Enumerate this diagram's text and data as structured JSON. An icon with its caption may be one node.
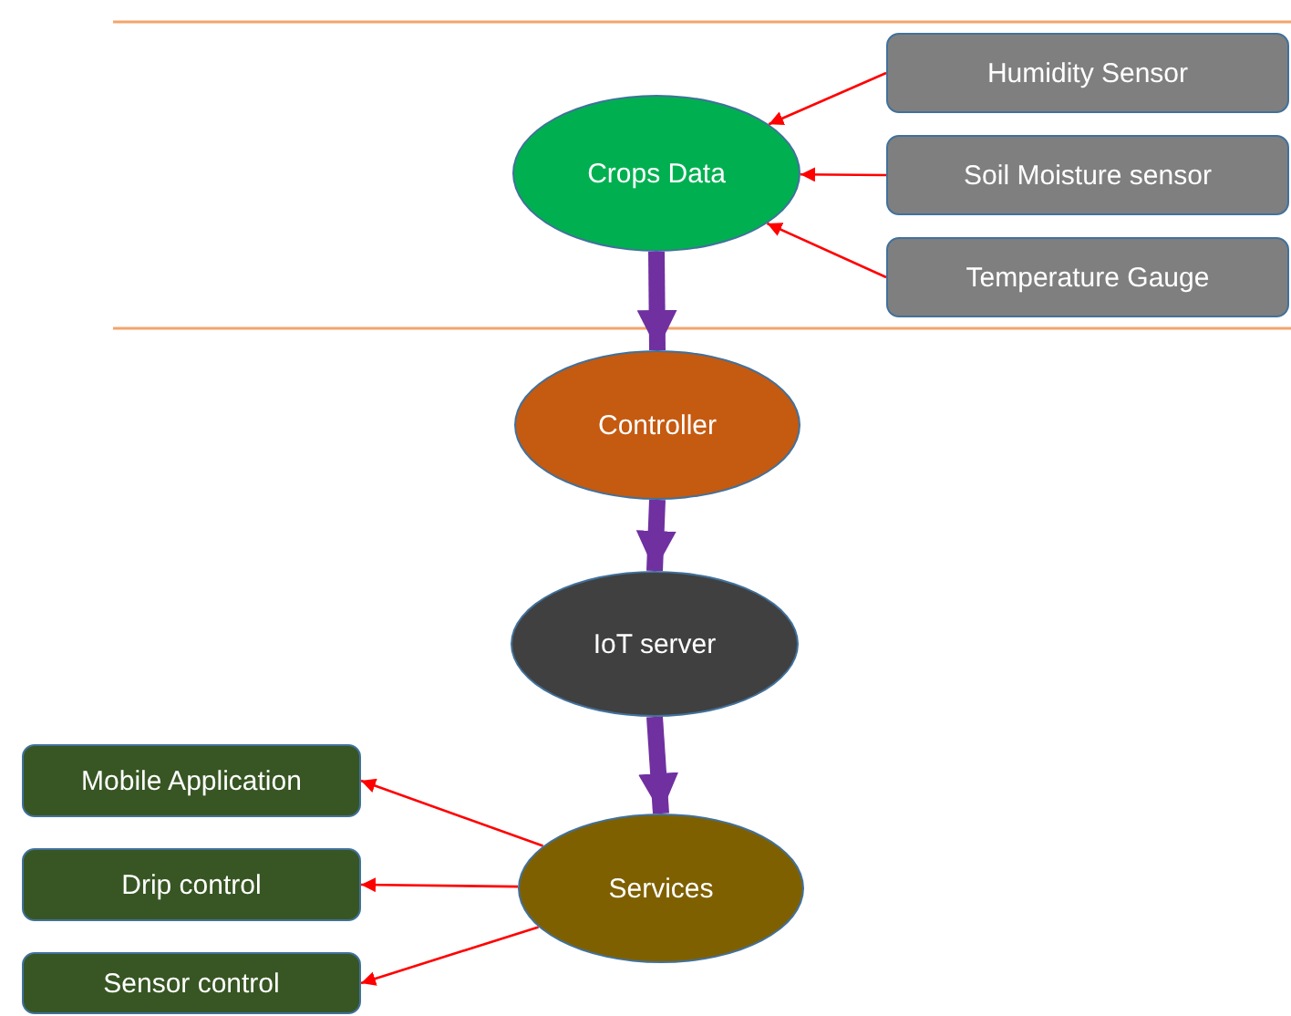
{
  "diagram": {
    "nodes": [
      {
        "text": [
          "Crops Data"
        ]
      },
      {
        "text": [
          "Humidity Sensor"
        ]
      },
      {
        "text": [
          "Soil Moisture sensor"
        ]
      },
      {
        "text": [
          "Temperature Gauge"
        ]
      },
      {
        "text": [
          "Controller"
        ]
      },
      {
        "text": [
          "IoT server"
        ]
      },
      {
        "text": [
          "Services"
        ]
      },
      {
        "text": [
          "Mobile Application"
        ]
      },
      {
        "text": [
          "Drip control"
        ]
      },
      {
        "text": [
          "Sensor control"
        ]
      }
    ],
    "edges": [
      {
        "from": 1,
        "to": 0,
        "arrow": "to"
      },
      {
        "from": 2,
        "to": 0,
        "arrow": "to"
      },
      {
        "from": 3,
        "to": 0,
        "arrow": "to"
      },
      {
        "from": 0,
        "to": 4,
        "arrow": "to",
        "style": "thick",
        "color": "#7030a0"
      },
      {
        "from": 4,
        "to": 5,
        "arrow": "to",
        "style": "thick",
        "color": "#7030a0"
      },
      {
        "from": 5,
        "to": 6,
        "arrow": "to",
        "style": "thick",
        "color": "#7030a0"
      },
      {
        "from": 6,
        "to": 7,
        "arrow": "to"
      },
      {
        "from": 6,
        "to": 8,
        "arrow": "to"
      },
      {
        "from": 6,
        "to": 9,
        "arrow": "to"
      }
    ]
  }
}
